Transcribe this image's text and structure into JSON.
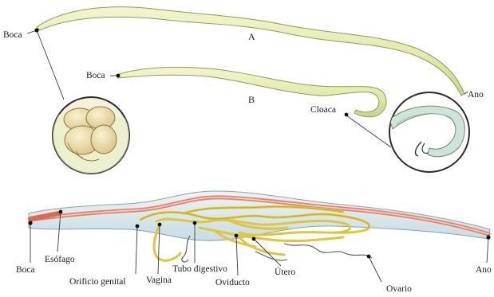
{
  "worms": {
    "female_label": "A",
    "male_label": "B"
  },
  "labels_top": {
    "boca_a": "Boca",
    "boca_b": "Boca",
    "cloaca": "Cloaca",
    "ano_a": "Ano"
  },
  "labels_bottom": {
    "boca": "Boca",
    "esofago": "Esófago",
    "orificio_genital": "Orificio genital",
    "vagina": "Vagina",
    "tubo_digestivo": "Tubo digestivo",
    "oviducto": "Oviducto",
    "utero": "Útero",
    "ovario": "Ovario",
    "ano": "Ano"
  },
  "colors": {
    "worm_body": "#e6ecb0",
    "worm_edge": "#8e9a62",
    "digestive_red": "#e4826c",
    "body_blue": "#c9dfe6",
    "reproductive_yellow": "#e7d24a",
    "leader_line": "#3a3a3a"
  }
}
